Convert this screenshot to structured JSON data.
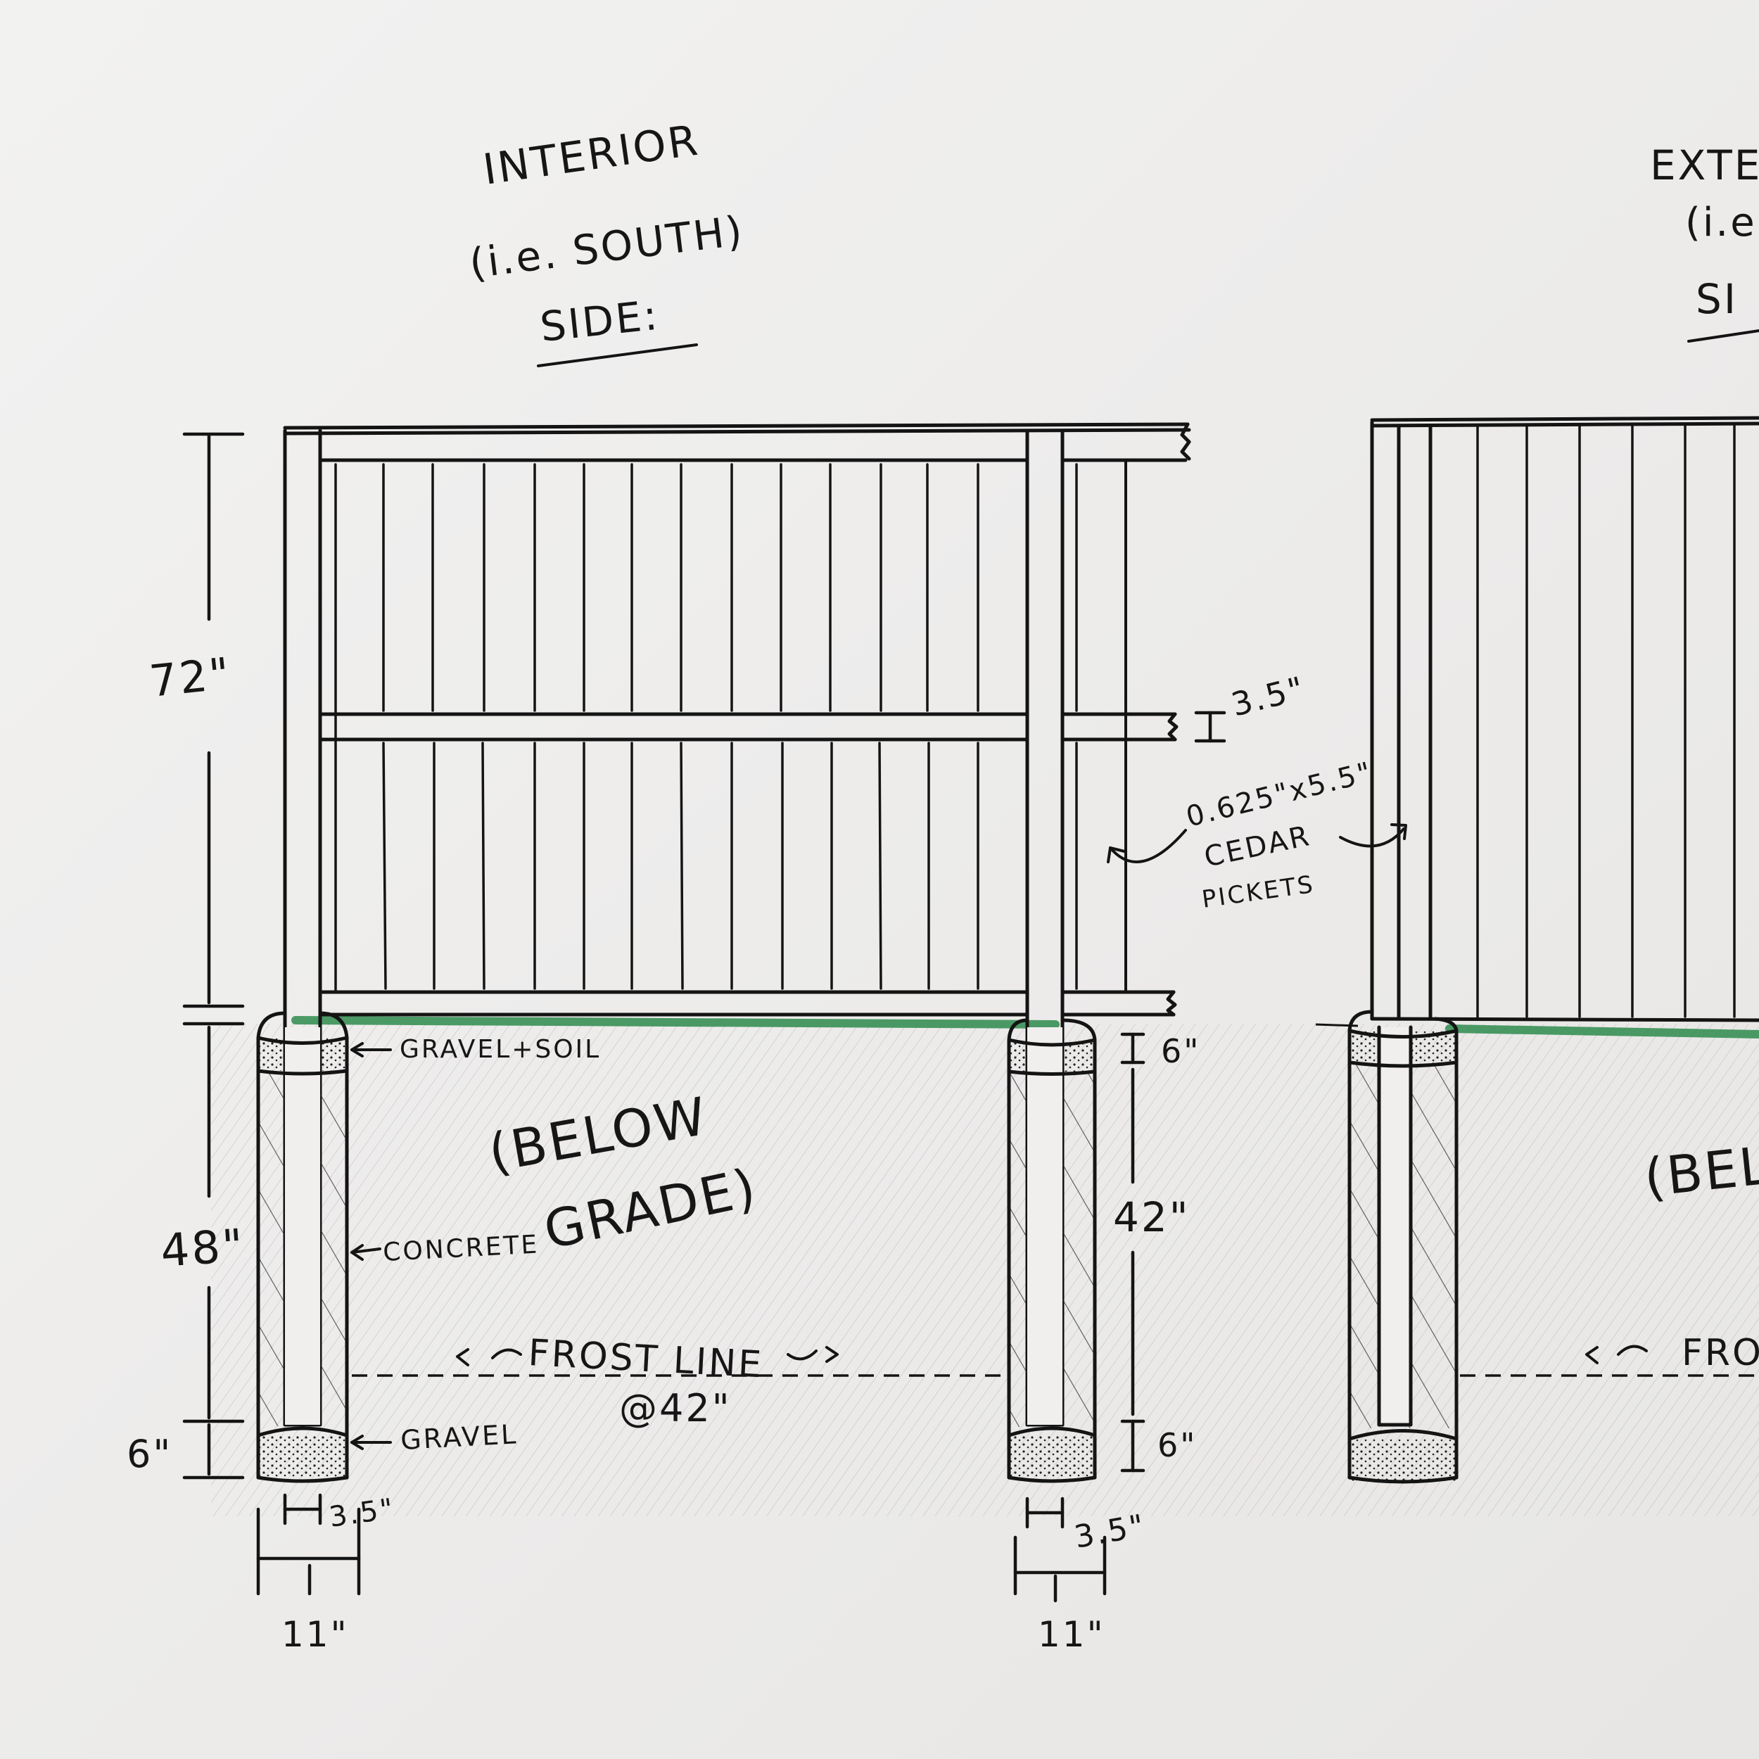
{
  "interior_heading": {
    "line1": "INTERIOR",
    "line2": "(i.e. SOUTH)",
    "line3": "SIDE:"
  },
  "exterior_heading": {
    "line1": "EXTE",
    "line2": "(i.e.",
    "line3": "SI"
  },
  "dimensions": {
    "fence_height": "72\"",
    "rail_width": "3.5\"",
    "below_grade_depth": "48\"",
    "gravel_top_depth": "6\"",
    "gravel_bottom_depth": "6\"",
    "gravel_bottom_depth_left": "6\"",
    "concrete_depth": "42\"",
    "post_width_left": "3.5\"",
    "post_width_right": "3.5\"",
    "hole_diameter_left": "11\"",
    "hole_diameter_right": "11\""
  },
  "labels": {
    "pickets_line1": "0.625\"x5.5\"",
    "pickets_line2": "CEDAR",
    "pickets_line3": "PICKETS",
    "gravel_soil": "GRAVEL+SOIL",
    "concrete": "CONCRETE",
    "below_line1": "(BELOW",
    "below_line2": "GRADE)",
    "frost_line": "FROST LINE",
    "frost_depth": "@42\"",
    "gravel": "GRAVEL",
    "below_partial": "(BEL",
    "frost_partial": "FRO"
  },
  "colors": {
    "ink": "#141414",
    "grass": "#2e8b4e",
    "soil_shade": "#d9d4d2"
  }
}
